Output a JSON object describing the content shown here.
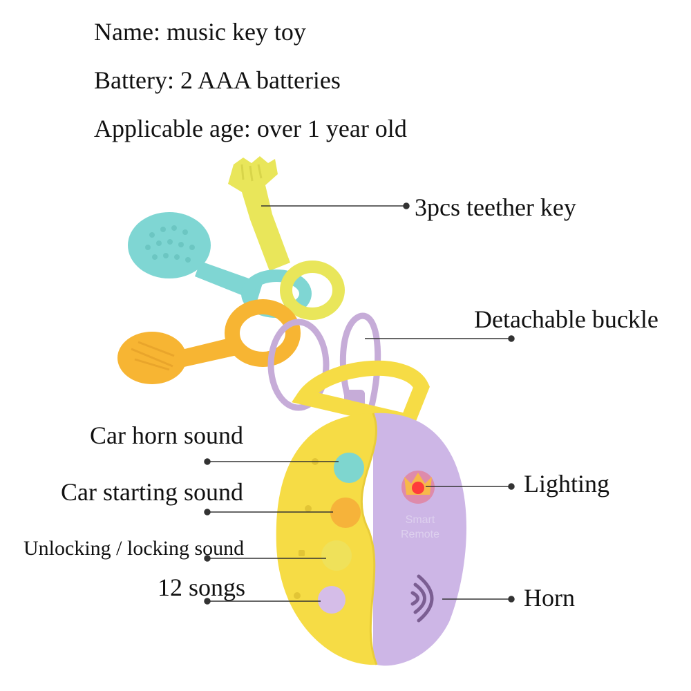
{
  "specs": {
    "name": "Name: music key toy",
    "battery": "Battery: 2 AAA batteries",
    "age": "Applicable age: over 1 year old"
  },
  "callouts": {
    "teether": "3pcs teether key",
    "buckle": "Detachable buckle",
    "horn_sound": "Car horn sound",
    "starting_sound": "Car starting sound",
    "lock_sound": "Unlocking / locking sound",
    "songs": "12 songs",
    "lighting": "Lighting",
    "horn": "Horn"
  },
  "product": {
    "print_line1": "Smart",
    "print_line2": "Remote"
  },
  "colors": {
    "yellow_key": "#e9e65a",
    "teal_key": "#7fd6d3",
    "orange_key": "#f7b533",
    "body_yellow": "#f6dc45",
    "body_purple": "#cdb6e6",
    "button_teal": "#7ed6cf",
    "button_orange": "#f6b33a",
    "button_yellow": "#efe15a",
    "button_purple": "#d5bde8",
    "light_red": "#ff3b3b"
  }
}
